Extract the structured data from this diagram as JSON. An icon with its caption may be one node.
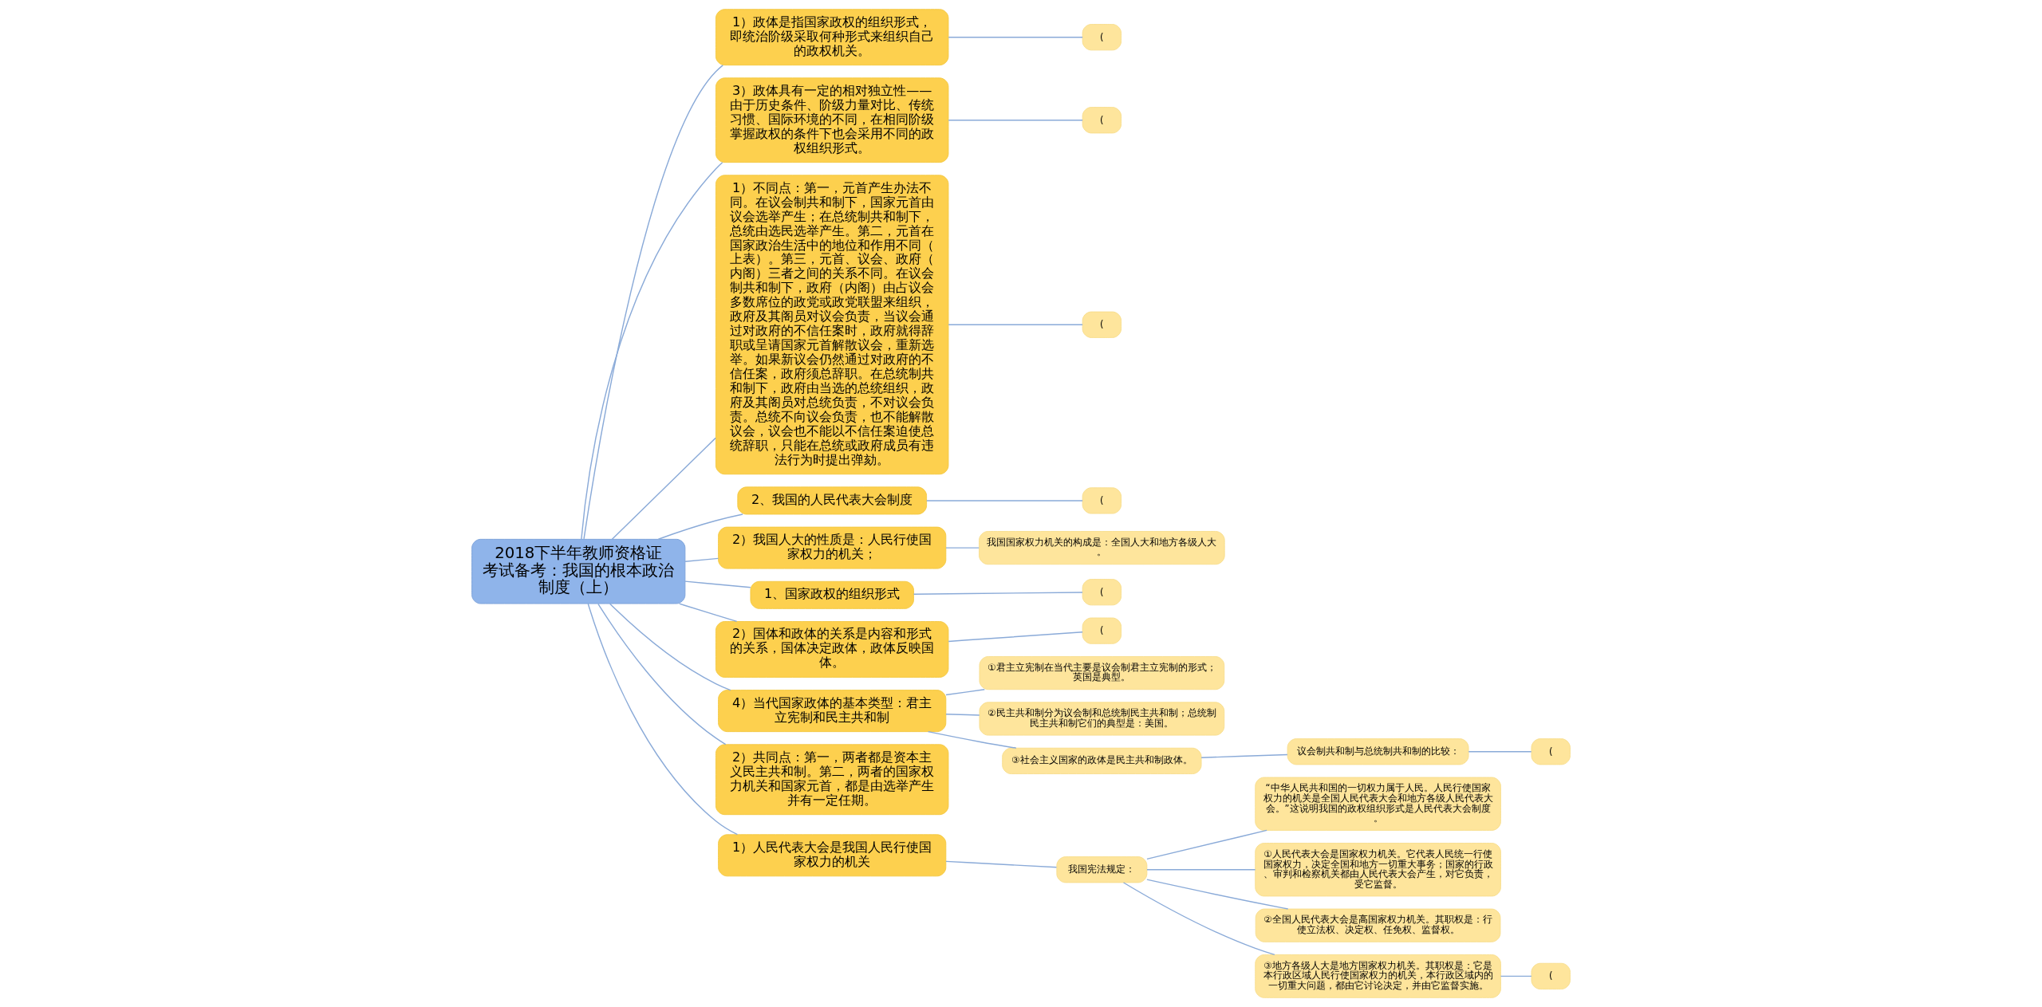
{
  "diagram": {
    "nodes": [
      {
        "text": [
          "2018下半年教师资格证考试备考：我国的根本政治制度（上）"
        ]
      },
      {
        "text": [
          "1）政体是指国家政权的组织形式，即统治阶级采取何种形式来组织自己的政权机关。"
        ]
      },
      {
        "text": [
          "("
        ]
      },
      {
        "text": [
          "3）政体具有一定的相对独立性——由于历史条件、阶级力量对比、传统习惯、国际环境的不同，在相同阶级掌握政权的条件下也会采用不同的政权组织形式。"
        ]
      },
      {
        "text": [
          "("
        ]
      },
      {
        "text": [
          "1）不同点：第一，元首产生办法不同。在议会制共和制下，国家元首由议会选举产生；在总统制共和制下，总统由选民选举产生。第二，元首在国家政治生活中的地位和作用不同（上表）。第三，元首、议会、政府（内阁）三者之间的关系不同。在议会制共和制下，政府（内阁）由占议会多数席位的政党或政党联盟来组织，政府及其阁员对议会负责，当议会通过对政府的不信任案时，政府就得辞职或呈请国家元首解散议会，重新选举。如果新议会仍然通过对政府的不信任案，政府须总辞职。在总统制共和制下，政府由当选的总统组织，政府及其阁员对总统负责，不对议会负责。总统不向议会负责，也不能解散议会，议会也不能以不信任案迫使总统辞职，只能在总统或政府成员有违法行为时提出弹劾。"
        ]
      },
      {
        "text": [
          "("
        ]
      },
      {
        "text": [
          "2、我国的人民代表大会制度"
        ]
      },
      {
        "text": [
          "("
        ]
      },
      {
        "text": [
          "2）我国人大的性质是：人民行使国家权力的机关；"
        ]
      },
      {
        "text": [
          "我国国家权力机关的构成是：全国人大和地方各级人大。"
        ]
      },
      {
        "text": [
          "1、国家政权的组织形式"
        ]
      },
      {
        "text": [
          "("
        ]
      },
      {
        "text": [
          "2）国体和政体的关系是内容和形式的关系，国体决定政体，政体反映国体。"
        ]
      },
      {
        "text": [
          "("
        ]
      },
      {
        "text": [
          "4）当代国家政体的基本类型：君主立宪制和民主共和制"
        ]
      },
      {
        "text": [
          "①君主立宪制在当代主要是议会制君主立宪制的形式；英国是典型。"
        ]
      },
      {
        "text": [
          "②民主共和制分为议会制和总统制民主共和制；总统制民主共和制它们的典型是：美国。"
        ]
      },
      {
        "text": [
          "③社会主义国家的政体是民主共和制政体。"
        ]
      },
      {
        "text": [
          "议会制共和制与总统制共和制的比较："
        ]
      },
      {
        "text": [
          "("
        ]
      },
      {
        "text": [
          "2）共同点：第一，两者都是资本主义民主共和制。第二，两者的国家权力机关和国家元首，都是由选举产生并有一定任期。"
        ]
      },
      {
        "text": [
          "1）人民代表大会是我国人民行使国家权力的机关"
        ]
      },
      {
        "text": [
          "我国宪法规定："
        ]
      },
      {
        "text": [
          "“中华人民共和国的一切权力属于人民。人民行使国家权力的机关是全国人民代表大会和地方各级人民代表大会。”这说明我国的政权组织形式是人民代表大会制度。"
        ]
      },
      {
        "text": [
          "①人民代表大会是国家权力机关。它代表人民统一行使国家权力，决定全国和地方一切重大事务；国家的行政、审判和检察机关都由人民代表大会产生，对它负责，受它监督。"
        ]
      },
      {
        "text": [
          "②全国人民代表大会是高国家权力机关。其职权是：行使立法权、决定权、任免权、监督权。"
        ]
      },
      {
        "text": [
          "③地方各级人大是地方国家权力机关。其职权是：它是本行政区域人民行使国家权力的机关，本行政区域内的一切重大问题，都由它讨论决定，并由它监督实施。"
        ]
      },
      {
        "text": [
          "("
        ]
      }
    ],
    "edges": [
      {
        "from": 0,
        "to": 1,
        "arrow": "none"
      },
      {
        "from": 1,
        "to": 2,
        "arrow": "none"
      },
      {
        "from": 0,
        "to": 3,
        "arrow": "none"
      },
      {
        "from": 3,
        "to": 4,
        "arrow": "none"
      },
      {
        "from": 0,
        "to": 5,
        "arrow": "none"
      },
      {
        "from": 5,
        "to": 6,
        "arrow": "none"
      },
      {
        "from": 0,
        "to": 7,
        "arrow": "none"
      },
      {
        "from": 7,
        "to": 8,
        "arrow": "none"
      },
      {
        "from": 0,
        "to": 9,
        "arrow": "none"
      },
      {
        "from": 9,
        "to": 10,
        "arrow": "none"
      },
      {
        "from": 0,
        "to": 11,
        "arrow": "none"
      },
      {
        "from": 11,
        "to": 12,
        "arrow": "none"
      },
      {
        "from": 0,
        "to": 13,
        "arrow": "none"
      },
      {
        "from": 13,
        "to": 14,
        "arrow": "none"
      },
      {
        "from": 0,
        "to": 15,
        "arrow": "none"
      },
      {
        "from": 15,
        "to": 16,
        "arrow": "none"
      },
      {
        "from": 15,
        "to": 17,
        "arrow": "none"
      },
      {
        "from": 15,
        "to": 18,
        "arrow": "none"
      },
      {
        "from": 18,
        "to": 19,
        "arrow": "none"
      },
      {
        "from": 19,
        "to": 20,
        "arrow": "none"
      },
      {
        "from": 0,
        "to": 21,
        "arrow": "none"
      },
      {
        "from": 0,
        "to": 22,
        "arrow": "none"
      },
      {
        "from": 22,
        "to": 23,
        "arrow": "none"
      },
      {
        "from": 23,
        "to": 24,
        "arrow": "none"
      },
      {
        "from": 23,
        "to": 25,
        "arrow": "none"
      },
      {
        "from": 23,
        "to": 26,
        "arrow": "none"
      },
      {
        "from": 23,
        "to": 27,
        "arrow": "none"
      },
      {
        "from": 27,
        "to": 28,
        "arrow": "none"
      }
    ]
  }
}
